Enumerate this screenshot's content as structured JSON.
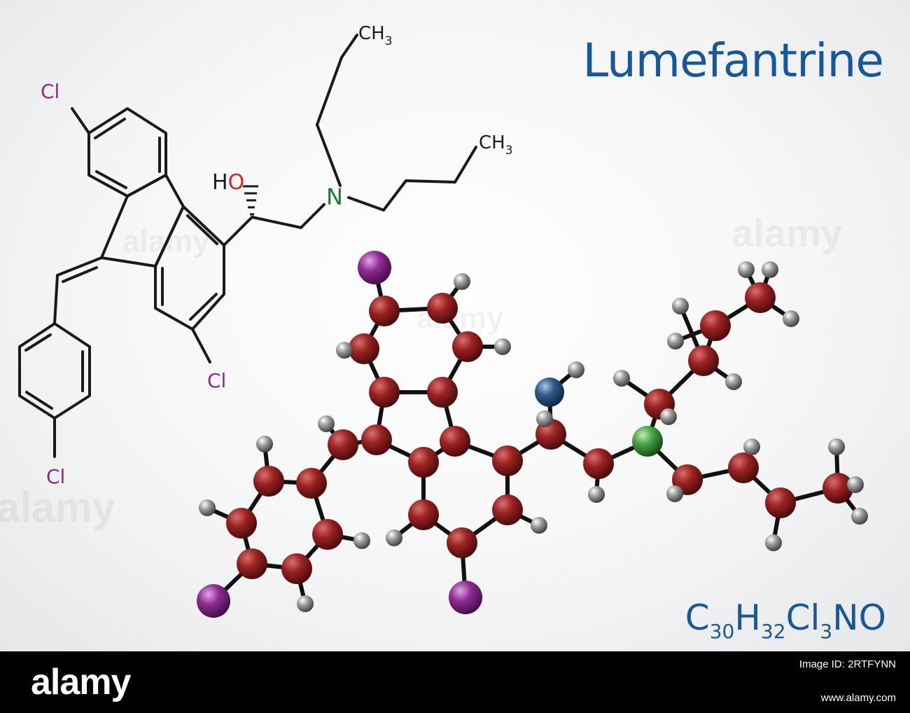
{
  "title": "Lumefantrine",
  "formula": {
    "c": "C",
    "c_n": "30",
    "h": "H",
    "h_n": "32",
    "cl": "Cl",
    "cl_n": "3",
    "rest": "NO"
  },
  "structure_labels": {
    "cl_top": "Cl",
    "cl_mid": "Cl",
    "cl_bottom": "Cl",
    "hydroxyl": "HO",
    "hydroxyl_h": "H",
    "hydroxyl_o": "O",
    "nitrogen": "N",
    "methyl_1": "CH3",
    "methyl_2": "CH3",
    "ch": "CH",
    "sub3": "3"
  },
  "watermark": "alamy",
  "footer": {
    "logo": "alamy",
    "image_id": "Image ID: 2RTFYNN",
    "url": "www.alamy.com"
  },
  "colors": {
    "title": "#17589a",
    "bond": "#1a1a1a",
    "chlorine": "#8a2a8a",
    "oxygen": "#e02020",
    "nitrogen": "#1f7a3a",
    "carbon_atom": "#8e1d1d",
    "hydrogen_atom": "#8a8a8a",
    "chlorine_atom": "#8b2c8f",
    "oxygen_atom": "#2f5a8a",
    "nitrogen_atom": "#3f9a3f"
  },
  "icons": {
    "logo": "alamy-wordmark"
  }
}
